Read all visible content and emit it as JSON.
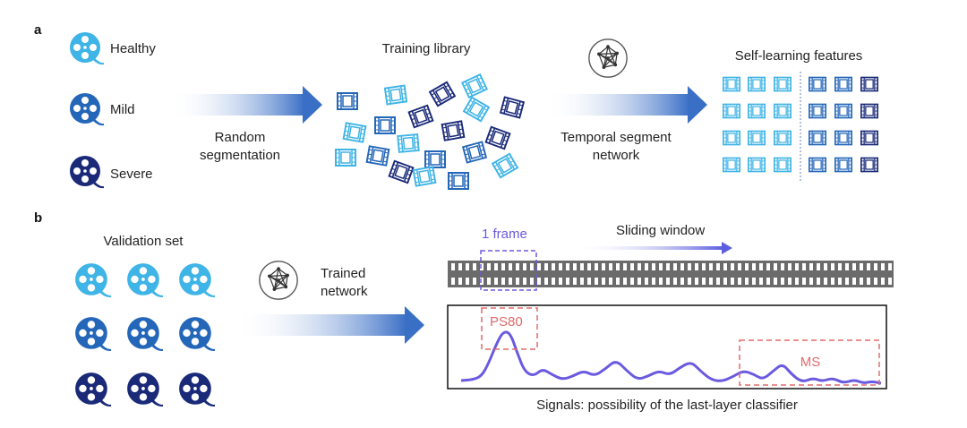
{
  "panel_a": {
    "letter": "a",
    "classes": [
      {
        "label": "Healthy",
        "color": "#3fb4e6"
      },
      {
        "label": "Mild",
        "color": "#2467b8"
      },
      {
        "label": "Severe",
        "color": "#1a2a78"
      }
    ],
    "arrow1_label_line1": "Random",
    "arrow1_label_line2": "segmentation",
    "training_title": "Training library",
    "arrow2_label_line1": "Temporal segment",
    "arrow2_label_line2": "network",
    "features_title": "Self-learning features"
  },
  "panel_b": {
    "letter": "b",
    "validation_title": "Validation set",
    "network_label_line1": "Trained",
    "network_label_line2": "network",
    "frame_label": "1 frame",
    "sliding_label": "Sliding window",
    "ps80_label": "PS80",
    "ms_label": "MS",
    "signal_caption": "Signals: possibility of the last-layer classifier"
  },
  "colors": {
    "light": "#3fb4e6",
    "mid": "#2467b8",
    "dark": "#1a2a78",
    "arrow": "#3a6fc6",
    "signal": "#6a5ae0",
    "highlight_red": "#e06a6a",
    "frame_box": "#6a5ae0"
  },
  "icons": {
    "film_reel": "film-reel-icon",
    "network": "network-icon",
    "film_frame": "film-frame-icon"
  }
}
